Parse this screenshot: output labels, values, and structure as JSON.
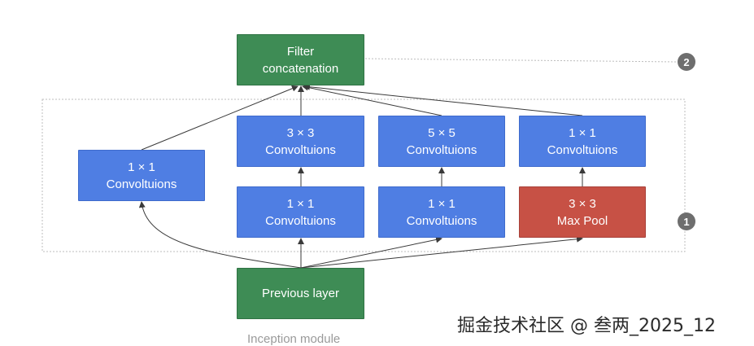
{
  "nodes": {
    "filter_concat": {
      "line1": "Filter",
      "line2": "concatenation"
    },
    "conv1x1_left": {
      "line1": "1 × 1",
      "line2": "Convoltuions"
    },
    "conv3x3": {
      "line1": "3 × 3",
      "line2": "Convoltuions"
    },
    "conv5x5": {
      "line1": "5 × 5",
      "line2": "Convoltuions"
    },
    "conv1x1_right": {
      "line1": "1 × 1",
      "line2": "Convoltuions"
    },
    "conv1x1_reduce_a": {
      "line1": "1 × 1",
      "line2": "Convoltuions"
    },
    "conv1x1_reduce_b": {
      "line1": "1 × 1",
      "line2": "Convoltuions"
    },
    "maxpool": {
      "line1": "3 × 3",
      "line2": "Max Pool"
    },
    "previous_layer": {
      "line1": "Previous layer"
    }
  },
  "badges": {
    "module": "1",
    "concat": "2"
  },
  "caption": "Inception module",
  "watermark": "掘金技术社区 @ 叁两_2025_12",
  "colors": {
    "conv": "#4f7ee3",
    "pool": "#c75145",
    "io": "#3e8c55",
    "badge": "#6e6e6e"
  }
}
